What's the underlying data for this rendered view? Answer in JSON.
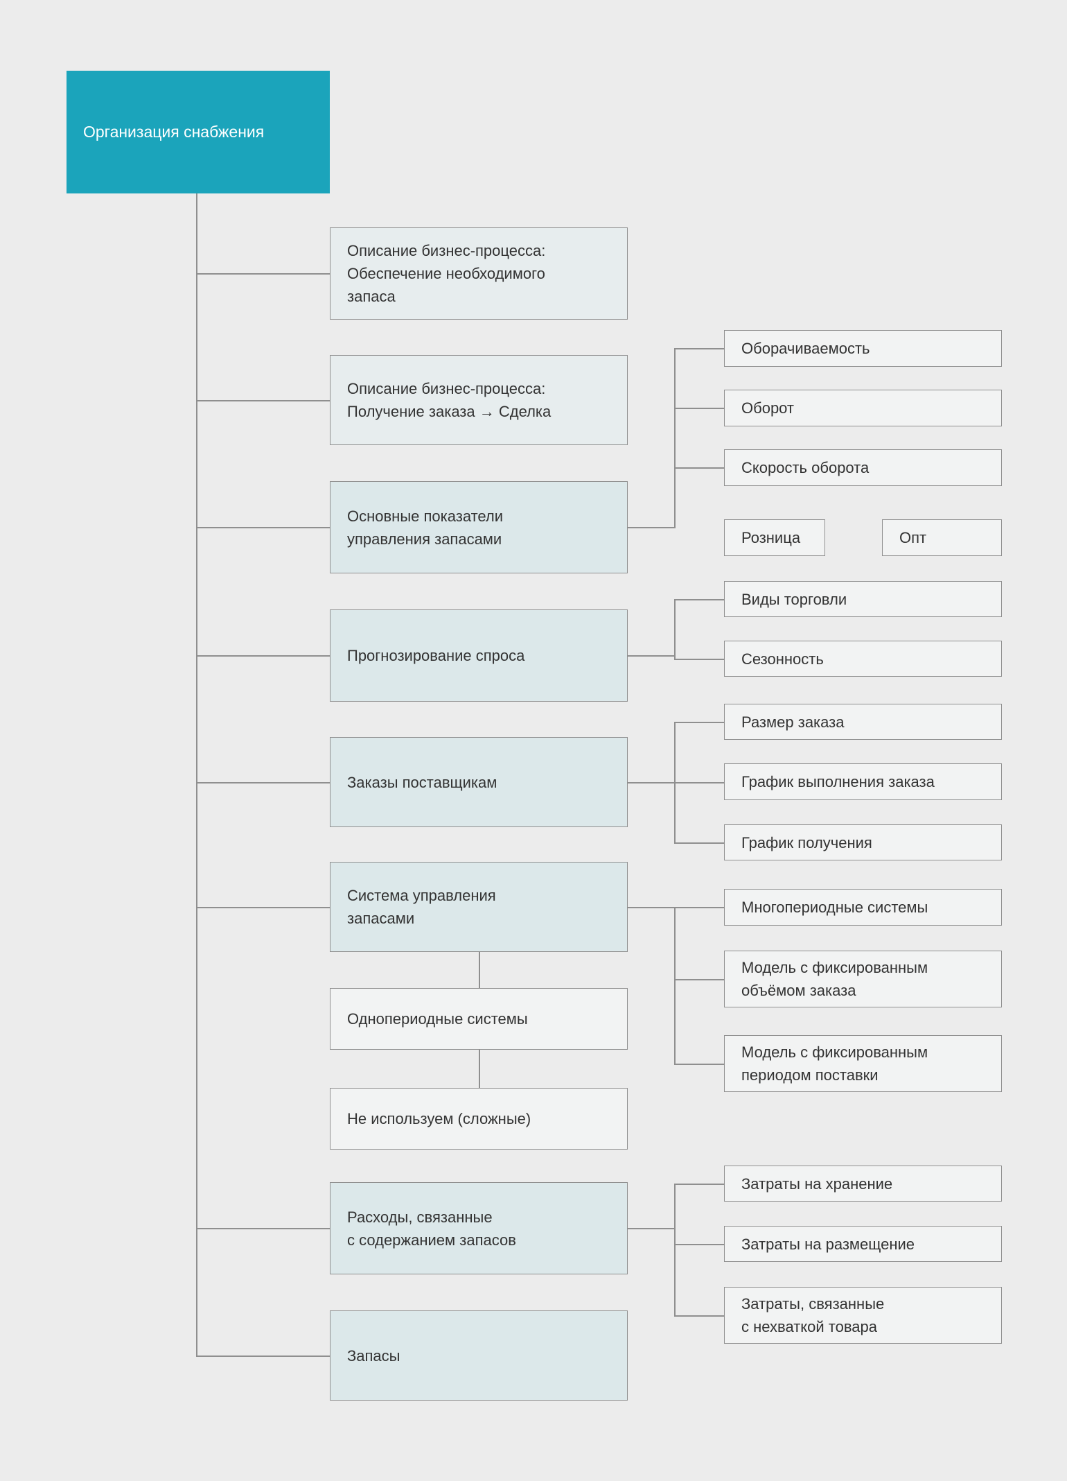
{
  "colors": {
    "background": "#ececec",
    "root_fill": "#1ba4bb",
    "root_text": "#ffffff",
    "topic_fill": "#dce8ea",
    "topic_fill_light": "#e7edee",
    "leaf_fill": "#f2f3f3",
    "border": "#8f8f8f",
    "connector": "#8f8f8f",
    "text": "#333333"
  },
  "nodes": {
    "root": "Организация снабжения",
    "b1": "Описание бизнес-процесса:\nОбеспечение необходимого\nзапаса",
    "b2": "Описание бизнес-процесса:\nПолучение заказа → Сделка",
    "b3": "Основные показатели\nуправления запасами",
    "b4": "Прогнозирование спроса",
    "b5": "Заказы поставщикам",
    "b6": "Система управления\nзапасами",
    "b7": "Однопериодные системы",
    "b8": "Не используем (сложные)",
    "b9": "Расходы, связанные\nс содержанием запасов",
    "b10": "Запасы",
    "l1": "Оборачиваемость",
    "l2": "Оборот",
    "l3": "Скорость оборота",
    "l4": "Розница",
    "l5": "Опт",
    "l6": "Виды торговли",
    "l7": "Сезонность",
    "l8": "Размер заказа",
    "l9": "График выполнения заказа",
    "l10": "График получения",
    "l11": "Многопериодные системы",
    "l12": "Модель с фиксированным\nобъёмом заказа",
    "l13": "Модель с фиксированным\nпериодом поставки",
    "l14": "Затраты на хранение",
    "l15": "Затраты на размещение",
    "l16": "Затраты, связанные\nс нехваткой товара"
  },
  "edges": [
    {
      "from": "root",
      "to": [
        "b1",
        "b2",
        "b3",
        "b4",
        "b5",
        "b6",
        "b9",
        "b10"
      ]
    },
    {
      "from": "b3",
      "to": [
        "l1",
        "l2",
        "l3"
      ]
    },
    {
      "from": "b4",
      "to": [
        "l6",
        "l7"
      ]
    },
    {
      "from": "b5",
      "to": [
        "l8",
        "l9",
        "l10"
      ]
    },
    {
      "from": "b6",
      "to": [
        "b7",
        "l11",
        "l12",
        "l13"
      ]
    },
    {
      "from": "b7",
      "to": [
        "b8"
      ]
    },
    {
      "from": "b9",
      "to": [
        "l14",
        "l15",
        "l16"
      ]
    }
  ]
}
